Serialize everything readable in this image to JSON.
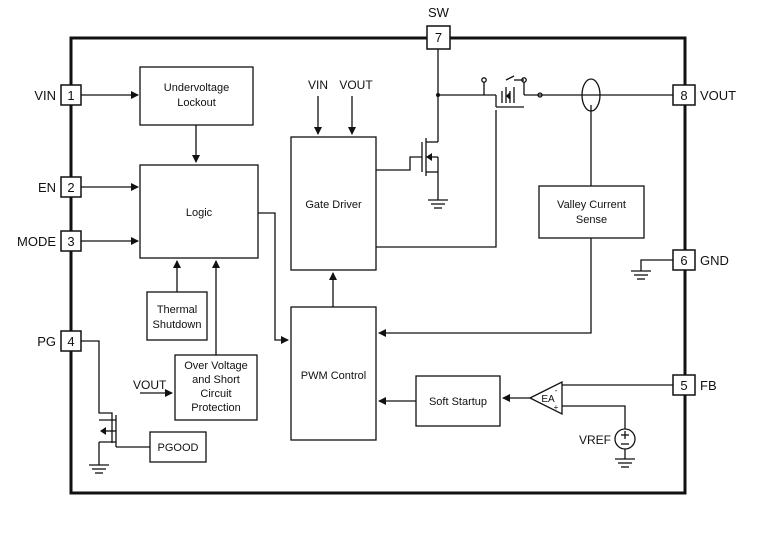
{
  "pins": {
    "vin": {
      "number": "1",
      "label": "VIN"
    },
    "en": {
      "number": "2",
      "label": "EN"
    },
    "mode": {
      "number": "3",
      "label": "MODE"
    },
    "pg": {
      "number": "4",
      "label": "PG"
    },
    "fb": {
      "number": "5",
      "label": "FB"
    },
    "gnd": {
      "number": "6",
      "label": "GND"
    },
    "sw": {
      "number": "7",
      "label": "SW"
    },
    "vout": {
      "number": "8",
      "label": "VOUT"
    }
  },
  "blocks": {
    "uvlo": [
      "Undervoltage",
      "Lockout"
    ],
    "logic": [
      "Logic"
    ],
    "thermal": [
      "Thermal",
      "Shutdown"
    ],
    "ovp": [
      "Over Voltage",
      "and Short",
      "Circuit",
      "Protection"
    ],
    "pgood": [
      "PGOOD"
    ],
    "gate_driver": [
      "Gate Driver"
    ],
    "pwm": [
      "PWM Control"
    ],
    "soft_start": [
      "Soft Startup"
    ],
    "valley": [
      "Valley Current",
      "Sense"
    ],
    "ea": "EA"
  },
  "labels": {
    "gd_vin": "VIN",
    "gd_vout": "VOUT",
    "ovp_vout": "VOUT",
    "vref": "VREF"
  }
}
